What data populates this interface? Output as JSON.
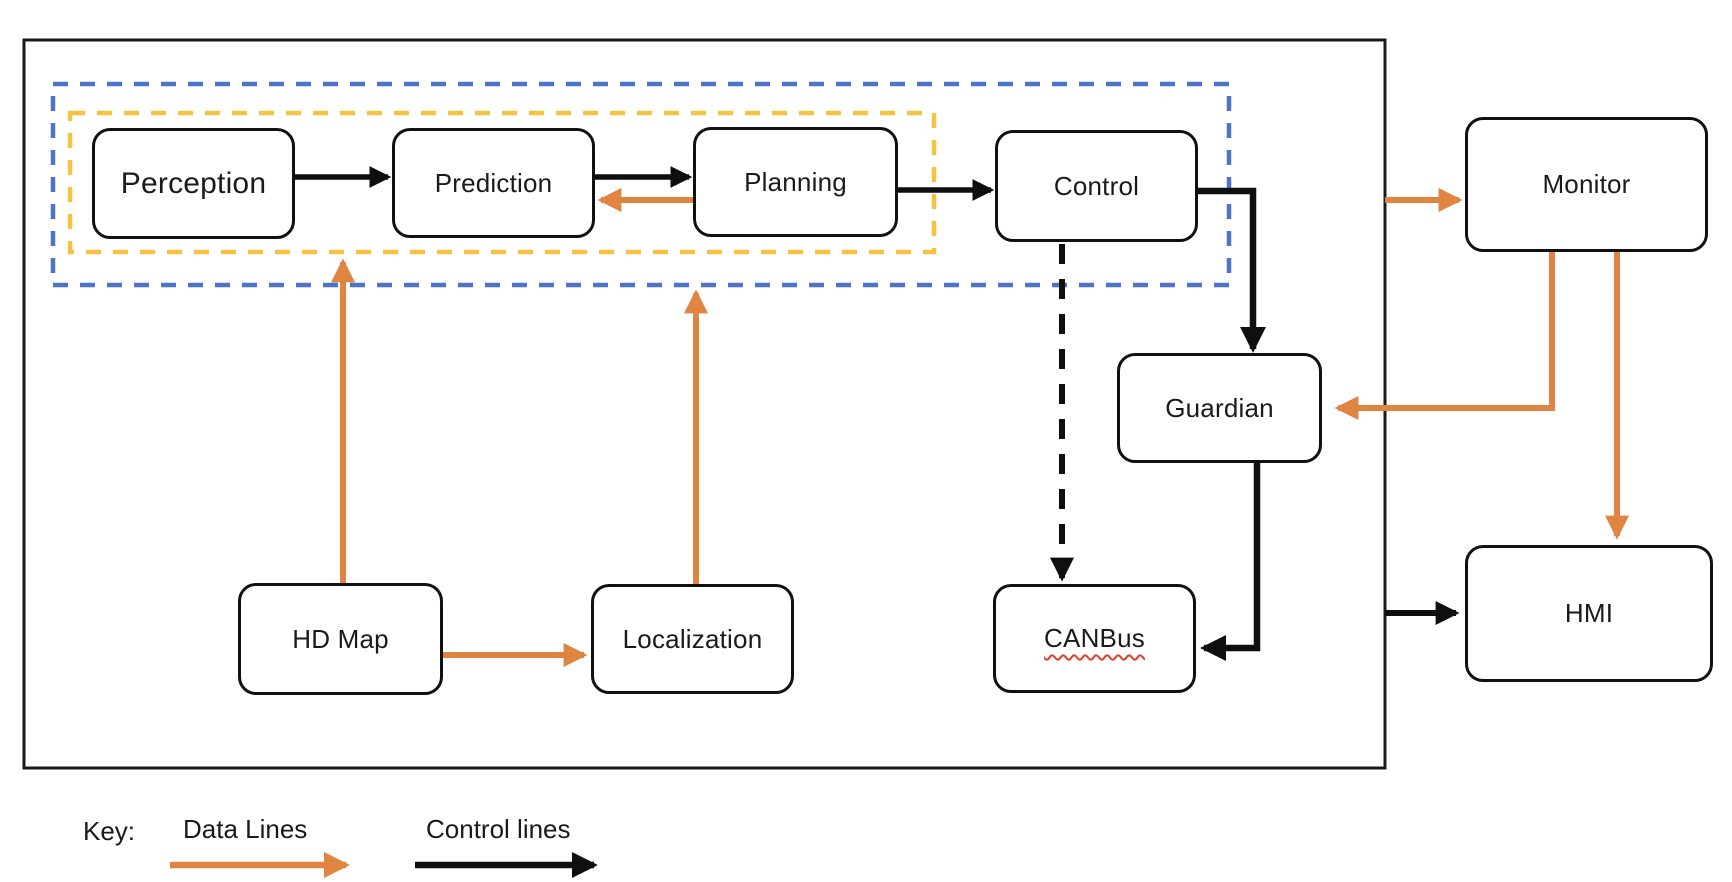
{
  "diagram": {
    "nodes": {
      "perception": {
        "label": "Perception"
      },
      "prediction": {
        "label": "Prediction"
      },
      "planning": {
        "label": "Planning"
      },
      "control": {
        "label": "Control"
      },
      "monitor": {
        "label": "Monitor"
      },
      "guardian": {
        "label": "Guardian"
      },
      "canbus": {
        "label": "CANBus"
      },
      "hdmap": {
        "label": "HD Map"
      },
      "localization": {
        "label": "Localization"
      },
      "hmi": {
        "label": "HMI"
      }
    },
    "legend": {
      "key_label": "Key:",
      "items": [
        {
          "label": "Data Lines",
          "color": "#e08442",
          "style": "solid-arrow"
        },
        {
          "label": "Control lines",
          "color": "#0f0f0f",
          "style": "solid-arrow"
        }
      ]
    },
    "colors": {
      "data_line_orange": "#e08442",
      "control_line_black": "#0f0f0f",
      "outer_frame_black": "#1a1a1a",
      "inner_frame_blue_dashed": "#4d74c6",
      "inner_frame_yellow_dashed": "#f6c244",
      "spellcheck_underline_red": "#e23f2b",
      "node_fill": "#ffffff",
      "node_border": "#111111"
    },
    "edges": [
      {
        "from": "Perception",
        "to": "Prediction",
        "type": "control"
      },
      {
        "from": "Prediction",
        "to": "Planning",
        "type": "control"
      },
      {
        "from": "Planning",
        "to": "Prediction",
        "type": "data"
      },
      {
        "from": "Planning",
        "to": "Control",
        "type": "control"
      },
      {
        "from": "Control",
        "to": "Guardian",
        "type": "control"
      },
      {
        "from": "Control",
        "to": "CANBus",
        "type": "control-dashed"
      },
      {
        "from": "Guardian",
        "to": "CANBus",
        "type": "control"
      },
      {
        "from": "Outer frame",
        "to": "Monitor",
        "type": "data"
      },
      {
        "from": "Monitor",
        "to": "Guardian",
        "type": "data"
      },
      {
        "from": "Monitor",
        "to": "HMI",
        "type": "data"
      },
      {
        "from": "Outer frame",
        "to": "HMI",
        "type": "control"
      },
      {
        "from": "HD Map",
        "to": "Perception frame",
        "type": "data"
      },
      {
        "from": "HD Map",
        "to": "Localization",
        "type": "data"
      },
      {
        "from": "Localization",
        "to": "Planning frame",
        "type": "data"
      }
    ]
  }
}
